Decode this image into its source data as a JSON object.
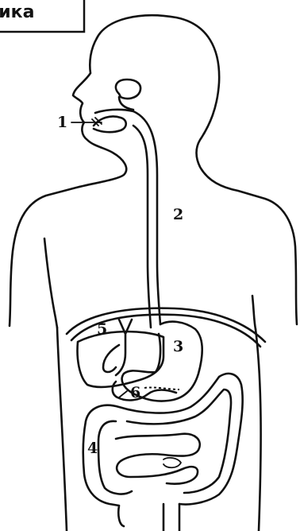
{
  "title_box": {
    "text": "Слика"
  },
  "labels": [
    {
      "id": "1",
      "text": "1"
    },
    {
      "id": "2",
      "text": "2"
    },
    {
      "id": "3",
      "text": "3"
    },
    {
      "id": "4",
      "text": "4"
    },
    {
      "id": "5",
      "text": "5"
    },
    {
      "id": "6",
      "text": "6"
    }
  ]
}
